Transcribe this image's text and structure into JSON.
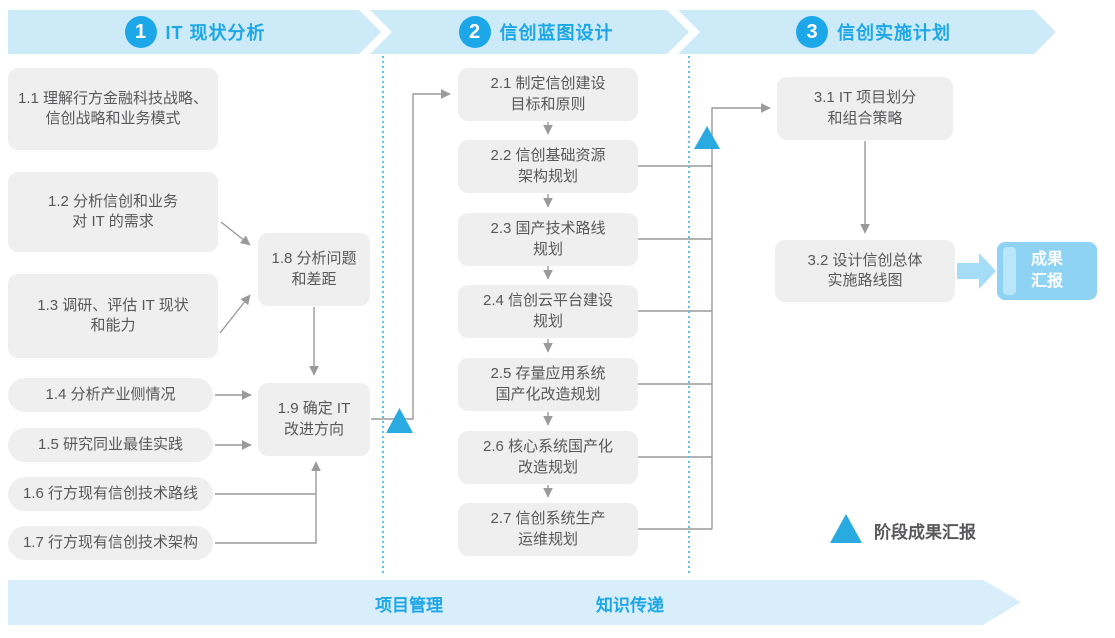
{
  "header": {
    "phases": [
      {
        "number": "1",
        "title": "IT 现状分析"
      },
      {
        "number": "2",
        "title": "信创蓝图设计"
      },
      {
        "number": "3",
        "title": "信创实施计划"
      }
    ]
  },
  "boxes": {
    "b1_1": "1.1 理解行方金融科技战略、\n信创战略和业务模式",
    "b1_2": "1.2 分析信创和业务\n对 IT 的需求",
    "b1_3": "1.3 调研、评估 IT 现状\n和能力",
    "b1_4": "1.4 分析产业侧情况",
    "b1_5": "1.5 研究同业最佳实践",
    "b1_6": "1.6 行方现有信创技术路线",
    "b1_7": "1.7 行方现有信创技术架构",
    "b1_8": "1.8 分析问题\n和差距",
    "b1_9": "1.9 确定 IT\n改进方向",
    "b2_1": "2.1 制定信创建设\n目标和原则",
    "b2_2": "2.2 信创基础资源\n架构规划",
    "b2_3": "2.3 国产技术路线\n规划",
    "b2_4": "2.4 信创云平台建设\n规划",
    "b2_5": "2.5 存量应用系统\n国产化改造规划",
    "b2_6": "2.6 核心系统国产化\n改造规划",
    "b2_7": "2.7 信创系统生产\n运维规划",
    "b3_1": "3.1 IT 项目划分\n和组合策略",
    "b3_2": "3.2 设计信创总体\n实施路线图"
  },
  "report_box_label": "成果\n汇报",
  "legend_label": "阶段成果汇报",
  "footer": {
    "left_label": "项目管理",
    "right_label": "知识传递"
  },
  "colors": {
    "accent_blue": "#1ca7e9",
    "milestone_triangle": "#29abe2",
    "header_band": "#cdeaf8",
    "footer_band": "#d8eefa",
    "task_box_bg": "#efefef",
    "task_box_text": "#58585a",
    "connector_gray": "#9a9a9a",
    "report_box_bg": "#8ed3f3",
    "report_box_stripe": "#b9e6f9",
    "block_arrow": "#a6ddf6",
    "dotted_divider": "#5fc0ec"
  }
}
